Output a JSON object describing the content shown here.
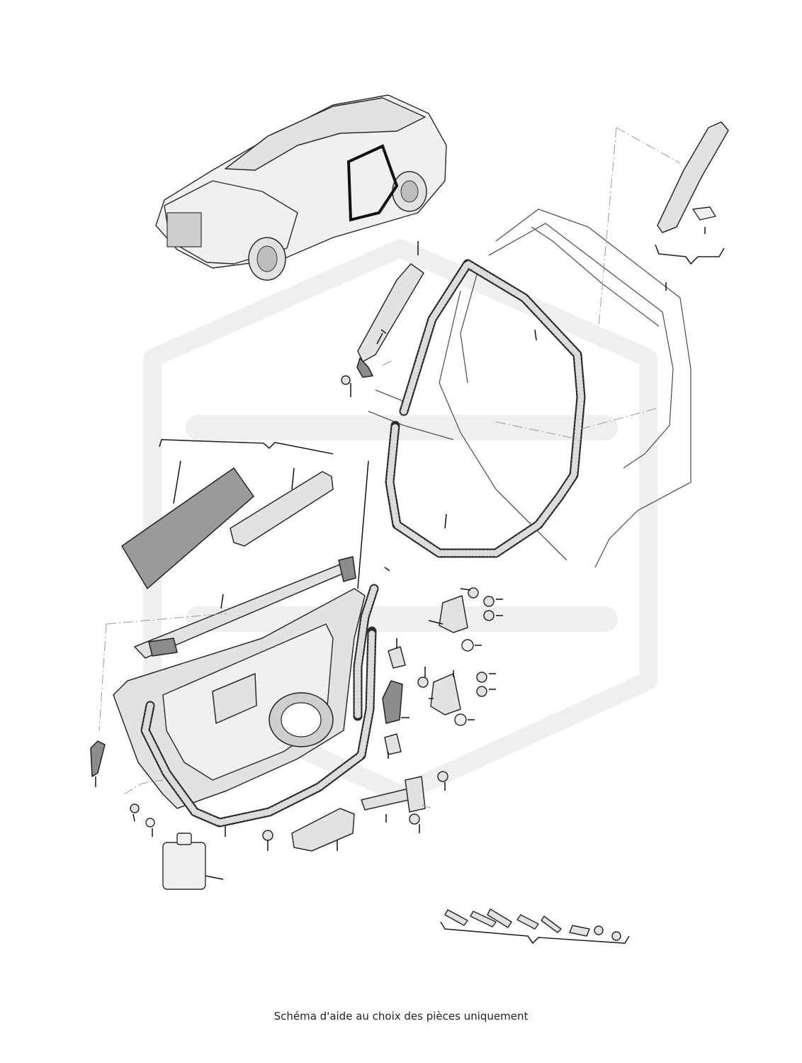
{
  "caption": "Schéma d'aide au choix des pièces uniquement",
  "diagram": {
    "parts": [
      "vehicle-overview",
      "door-shell",
      "window-frame-trim",
      "door-opening-seal",
      "door-seal-upper",
      "door-seal-lower",
      "window-channel-strip",
      "sound-insulation-pad",
      "door-brace",
      "upper-hinge",
      "lower-hinge",
      "door-check-strap",
      "door-handle-carrier",
      "body-side-bracket",
      "adhesive-bottle",
      "grommet",
      "fastener-set"
    ]
  },
  "colors": {
    "line": "#2a2a2a",
    "part_fill": "#e2e2e2",
    "watermark": "#efefef"
  }
}
